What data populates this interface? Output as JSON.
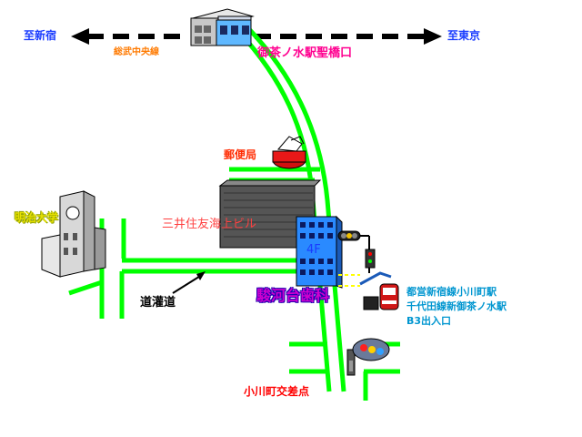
{
  "labels": {
    "west": "至新宿",
    "east": "至東京",
    "rail_line": "総武中央線",
    "station_exit": "御茶ノ水駅聖橋口",
    "post_office": "郵便局",
    "university": "明治大学",
    "building": "三井住友海上ビル",
    "floor": "4F",
    "clinic": "駿河台歯科",
    "road": "道灌道",
    "subway_lines": [
      "都営新宿線小川町駅",
      "千代田線新御茶ノ水駅",
      "B3出入口"
    ],
    "crossing": "小川町交差点"
  },
  "colors": {
    "road": "#00ff00",
    "rail_arrow": "#000000",
    "destination_text": "#1a3cff",
    "station_text": "#ff0090",
    "clinic_text": "#d000d0",
    "subway_text": "#0096d0",
    "crossing_text": "#ff0000"
  },
  "icons": [
    "train-icon",
    "mailbox-icon",
    "university-building-icon",
    "office-building-icon",
    "traffic-light-icon",
    "subway-car-icon"
  ]
}
